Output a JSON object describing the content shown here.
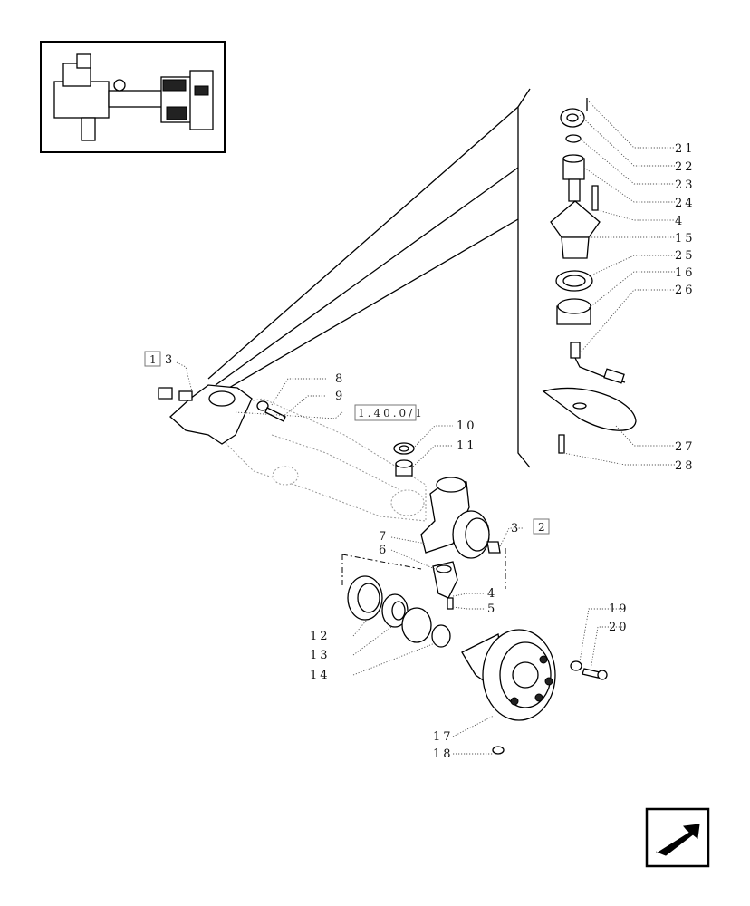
{
  "diagram": {
    "part_labels": [
      "21",
      "22",
      "23",
      "24",
      "4",
      "15",
      "25",
      "16",
      "26",
      "27",
      "28",
      "8",
      "9",
      "10",
      "11",
      "7",
      "6",
      "4",
      "5",
      "3",
      "12",
      "13",
      "14",
      "17",
      "18",
      "19",
      "20"
    ],
    "reference_boxes": [
      {
        "box_text": "1",
        "trail_text": "3"
      },
      {
        "box_text": "1.40.0/1",
        "trail_text": ""
      },
      {
        "box_text": "2",
        "trail_text": "3"
      }
    ],
    "nav_icon": "next-page-arrow-icon",
    "colors": {
      "line": "#000000",
      "leader": "#555555",
      "ghost": "#999999"
    }
  }
}
